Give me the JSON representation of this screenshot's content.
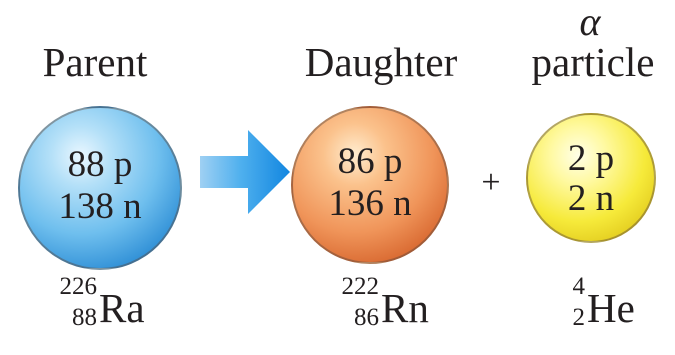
{
  "headings": {
    "parent": "Parent",
    "daughter": "Daughter",
    "alpha_symbol": "α",
    "alpha": "particle"
  },
  "nuclei": {
    "parent": {
      "protons": "88 p",
      "neutrons": "138 n",
      "color": "#4aa8e6"
    },
    "daughter": {
      "protons": "86 p",
      "neutrons": "136 n",
      "color": "#e8783c"
    },
    "alpha": {
      "protons": "2 p",
      "neutrons": "2 n",
      "color": "#f3e43a"
    }
  },
  "operator": "+",
  "arrow_color": "#1e96e6",
  "symbols": {
    "parent": {
      "mass": "226",
      "atomic": "88",
      "element": "Ra"
    },
    "daughter": {
      "mass": "222",
      "atomic": "86",
      "element": "Rn"
    },
    "alpha": {
      "mass": "4",
      "atomic": "2",
      "element": "He"
    }
  }
}
